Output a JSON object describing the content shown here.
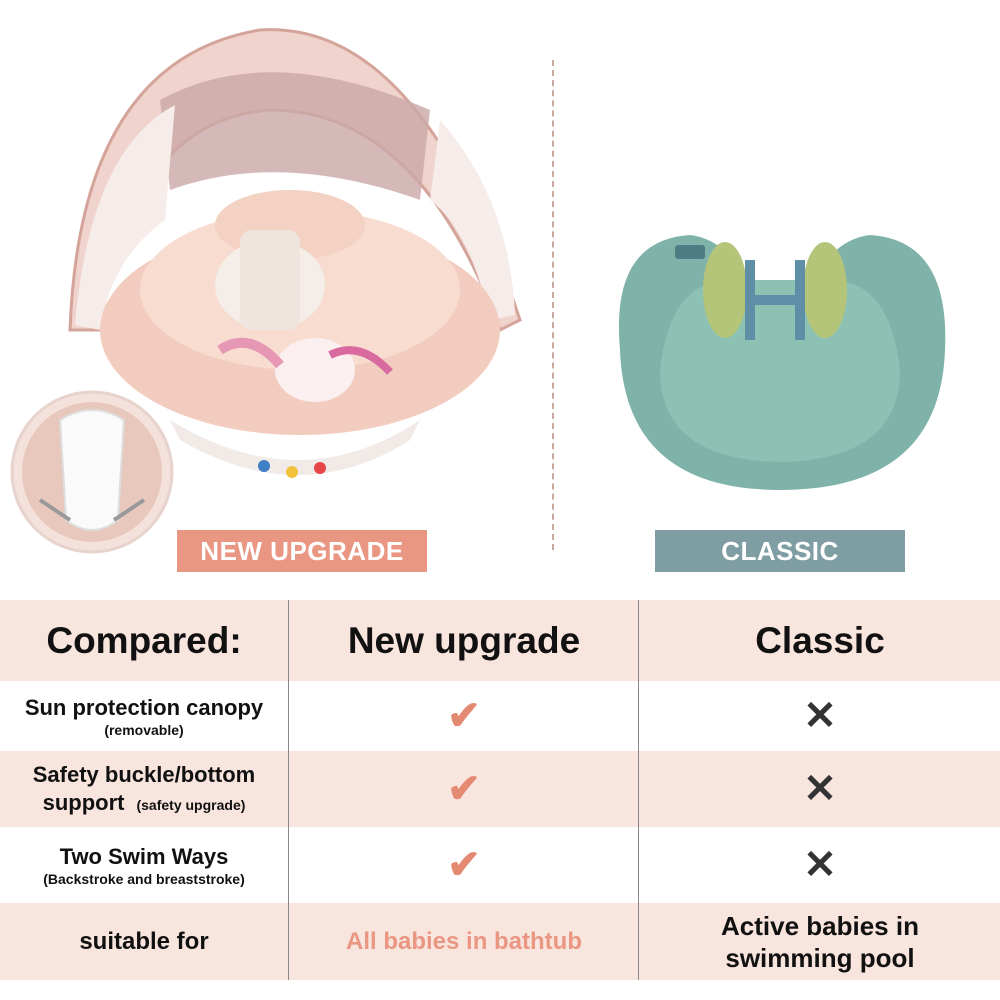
{
  "labels": {
    "new_upgrade": "NEW UPGRADE",
    "classic": "CLASSIC"
  },
  "images": {
    "left": "pink-unicorn-baby-float-with-canopy",
    "inset": "safety-buckle-seat-closeup",
    "right": "teal-classic-baby-float"
  },
  "colors": {
    "pink": "#e99783",
    "teal": "#7f9ea3",
    "row_tint": "#f8e5de",
    "check": "#e58a72"
  },
  "table": {
    "headers": [
      "Compared:",
      "New upgrade",
      "Classic"
    ],
    "rows": [
      {
        "feature": "Sun protection canopy",
        "note": "(removable)",
        "new": "✔",
        "classic": "✕"
      },
      {
        "feature_line1": "Safety buckle/bottom",
        "feature_line2": "support",
        "note": "(safety upgrade)",
        "new": "✔",
        "classic": "✕"
      },
      {
        "feature": "Two Swim Ways",
        "note": "(Backstroke and breaststroke)",
        "new": "✔",
        "classic": "✕"
      },
      {
        "feature": "suitable for",
        "new": "All babies in bathtub",
        "classic_line1": "Active babies in",
        "classic_line2": "swimming pool"
      }
    ]
  }
}
